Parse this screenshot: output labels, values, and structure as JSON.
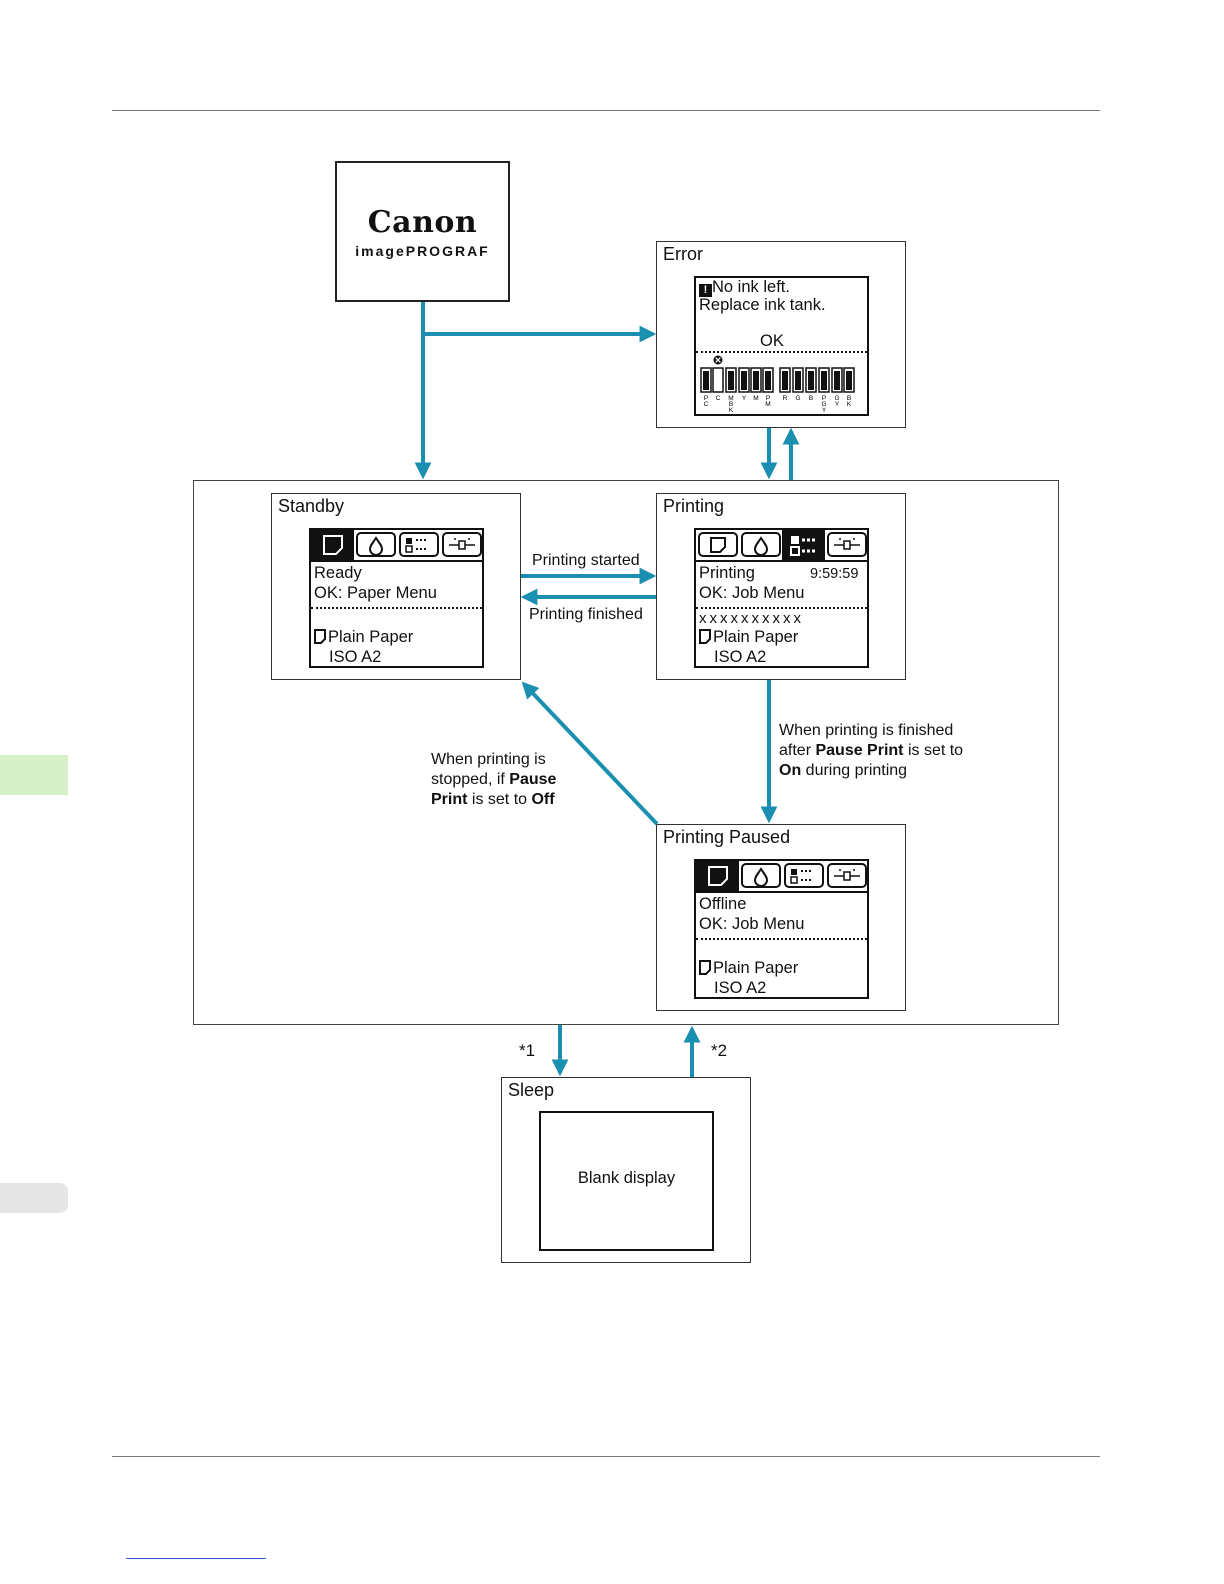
{
  "colors": {
    "arrow": "#1b8fb0",
    "side_tab": "#d7f0c8"
  },
  "logo": {
    "brand": "Canon",
    "product": "imagePROGRAF"
  },
  "error": {
    "title": "Error",
    "message_line1": "No ink left.",
    "message_line2": "Replace ink tank.",
    "ok": "OK",
    "ink_labels": [
      "P C",
      "C",
      "M B K",
      "Y",
      "M",
      "P M",
      "R",
      "G",
      "B",
      "P G Y",
      "G Y",
      "B K"
    ]
  },
  "standby": {
    "title": "Standby",
    "line1": "Ready",
    "line2": "OK: Paper Menu",
    "paper": "Plain Paper",
    "size": "ISO A2"
  },
  "printing": {
    "title": "Printing",
    "line1": "Printing",
    "time": "9:59:59",
    "line2": "OK: Job Menu",
    "job": "xxxxxxxxxx",
    "paper": "Plain Paper",
    "size": "ISO A2"
  },
  "paused": {
    "title": "Printing Paused",
    "line1": "Offline",
    "line2": "OK: Job Menu",
    "paper": "Plain Paper",
    "size": "ISO A2"
  },
  "sleep": {
    "title": "Sleep",
    "display": "Blank display"
  },
  "transitions": {
    "started": "Printing started",
    "finished": "Printing finished",
    "pause_on_a": "When printing is finished",
    "pause_on_b": "after ",
    "pause_on_b_bold": "Pause Print",
    "pause_on_b_tail": " is set to",
    "pause_on_c_bold": "On",
    "pause_on_c_tail": " during printing",
    "stopped_a": "When printing is",
    "stopped_b": "stopped, if ",
    "stopped_b_bold": "Pause",
    "stopped_c_bold": "Print",
    "stopped_c_mid": " is set to ",
    "stopped_c_bold2": "Off",
    "note1": "*1",
    "note2": "*2"
  }
}
